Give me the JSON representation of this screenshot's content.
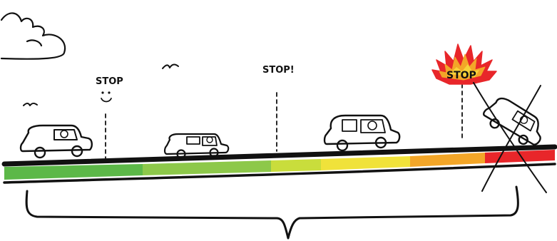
{
  "signs": [
    {
      "text": "STOP"
    },
    {
      "text": "STOP!"
    },
    {
      "text": "STOP"
    }
  ],
  "colors": {
    "ink": "#111111",
    "road_green": "#5cb848",
    "road_light_green": "#8dc84a",
    "road_yellow_green": "#c9dd3c",
    "road_yellow": "#f0e23a",
    "road_orange": "#f3a628",
    "road_red": "#e8262a",
    "fire_red": "#e8262a",
    "fire_orange": "#f3a628",
    "fire_yellow": "#f7d23a"
  },
  "icons": [
    "cloud-icon",
    "bird-icon",
    "smiley-icon",
    "car-icon",
    "fire-icon",
    "brace-icon"
  ]
}
